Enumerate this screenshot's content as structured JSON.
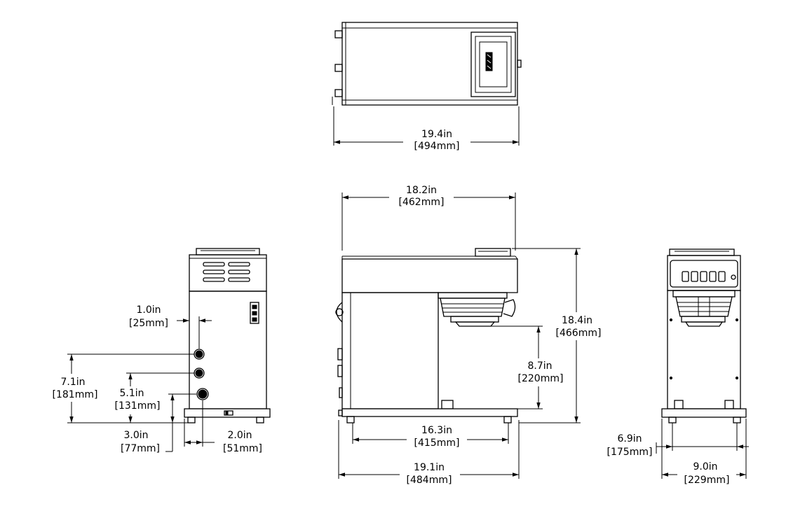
{
  "dimensions": {
    "top_width": {
      "inch": "19.4in",
      "mm": "[494mm]"
    },
    "side_top_width": {
      "inch": "18.2in",
      "mm": "[462mm]"
    },
    "side_height": {
      "inch": "18.4in",
      "mm": "[466mm]"
    },
    "funnel_clearance": {
      "inch": "8.7in",
      "mm": "[220mm]"
    },
    "feet_span": {
      "inch": "16.3in",
      "mm": "[415mm]"
    },
    "base_length": {
      "inch": "19.1in",
      "mm": "[484mm]"
    },
    "back_offset": {
      "inch": "1.0in",
      "mm": "[25mm]"
    },
    "upper_fitting": {
      "inch": "7.1in",
      "mm": "[181mm]"
    },
    "mid_fitting": {
      "inch": "5.1in",
      "mm": "[131mm]"
    },
    "low_fitting": {
      "inch": "3.0in",
      "mm": "[77mm]"
    },
    "foot_offset": {
      "inch": "2.0in",
      "mm": "[51mm]"
    },
    "front_feet_span": {
      "inch": "6.9in",
      "mm": "[175mm]"
    },
    "front_width": {
      "inch": "9.0in",
      "mm": "[229mm]"
    }
  }
}
